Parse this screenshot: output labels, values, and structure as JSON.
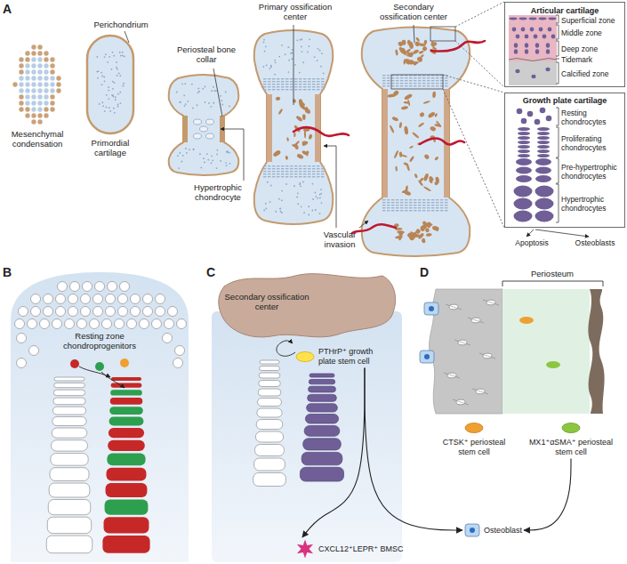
{
  "diagram": {
    "nodes": [
      {
        "text": [
          "Articular cartilage",
          "Superficial zone",
          "Middle zone",
          "Deep zone",
          "Tidemark",
          "Calcified zone"
        ]
      },
      {
        "text": [
          "Growth plate cartilage",
          "Resting chondrocytes",
          "Proliferating chondrocytes",
          "Pre-hypertrophic chondrocytes",
          "Hypertrophic chondrocytes"
        ]
      },
      {
        "text": [
          "PTHrP⁺ growth plate stem cell"
        ]
      },
      {
        "text": [
          "CXCL12⁺LEPR⁺ BMSC"
        ]
      },
      {
        "text": [
          "CTSK⁺ periosteal stem cell"
        ]
      },
      {
        "text": [
          "MX1⁺αSMA⁺ periosteal stem cell"
        ]
      },
      {
        "text": [
          "Osteoblast"
        ]
      }
    ],
    "edges": [
      {
        "from": 2,
        "to": 3,
        "arrow": "to"
      },
      {
        "from": 2,
        "to": 6,
        "arrow": "to"
      },
      {
        "from": 5,
        "to": 6,
        "arrow": "to"
      }
    ],
    "labels": [
      "A",
      "Perichondrium",
      "Periosteal bone collar",
      "Primary ossification center",
      "Secondary ossification center",
      "Mesenchymal condensation",
      "Primordial cartilage",
      "Hypertrophic chondrocyte",
      "Vascular invasion",
      "Apoptosis",
      "Osteoblasts",
      "B",
      "Resting zone chondroprogenitors",
      "C",
      "Secondary ossification center",
      "D",
      "Periosteum"
    ]
  }
}
